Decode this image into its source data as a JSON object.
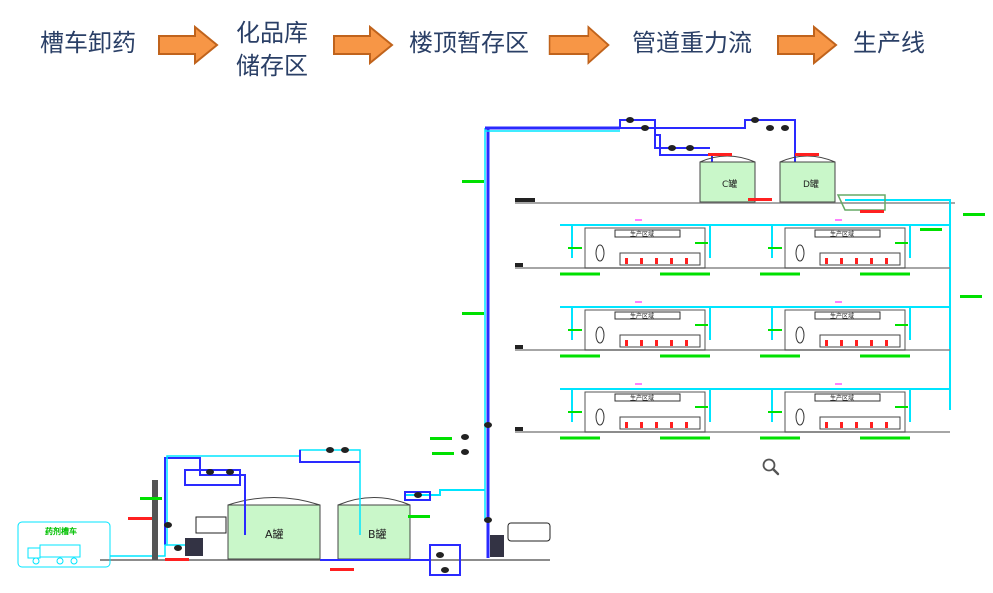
{
  "flow": {
    "steps": [
      {
        "label": "槽车卸药"
      },
      {
        "label_line1": "化品库",
        "label_line2": "储存区"
      },
      {
        "label": "楼顶暂存区"
      },
      {
        "label": "管道重力流"
      },
      {
        "label": "生产线"
      }
    ],
    "arrow_color": "#f79646",
    "arrow_border": "#c0631c",
    "text_color": "#2a3f66"
  },
  "diagram": {
    "tanks": {
      "a": "A罐",
      "b": "B罐",
      "c": "C罐",
      "d": "D罐"
    },
    "production_area_label": "生产区域",
    "truck_label": "药剂槽车",
    "colors": {
      "pipe_blue": "#2a2aff",
      "pipe_cyan": "#00e5ff",
      "label_green": "#00e000",
      "marker_red": "#ff2020",
      "marker_magenta": "#ff00ff",
      "structure": "#444444"
    }
  },
  "controls": {
    "zoom_icon": "magnifier-icon"
  }
}
